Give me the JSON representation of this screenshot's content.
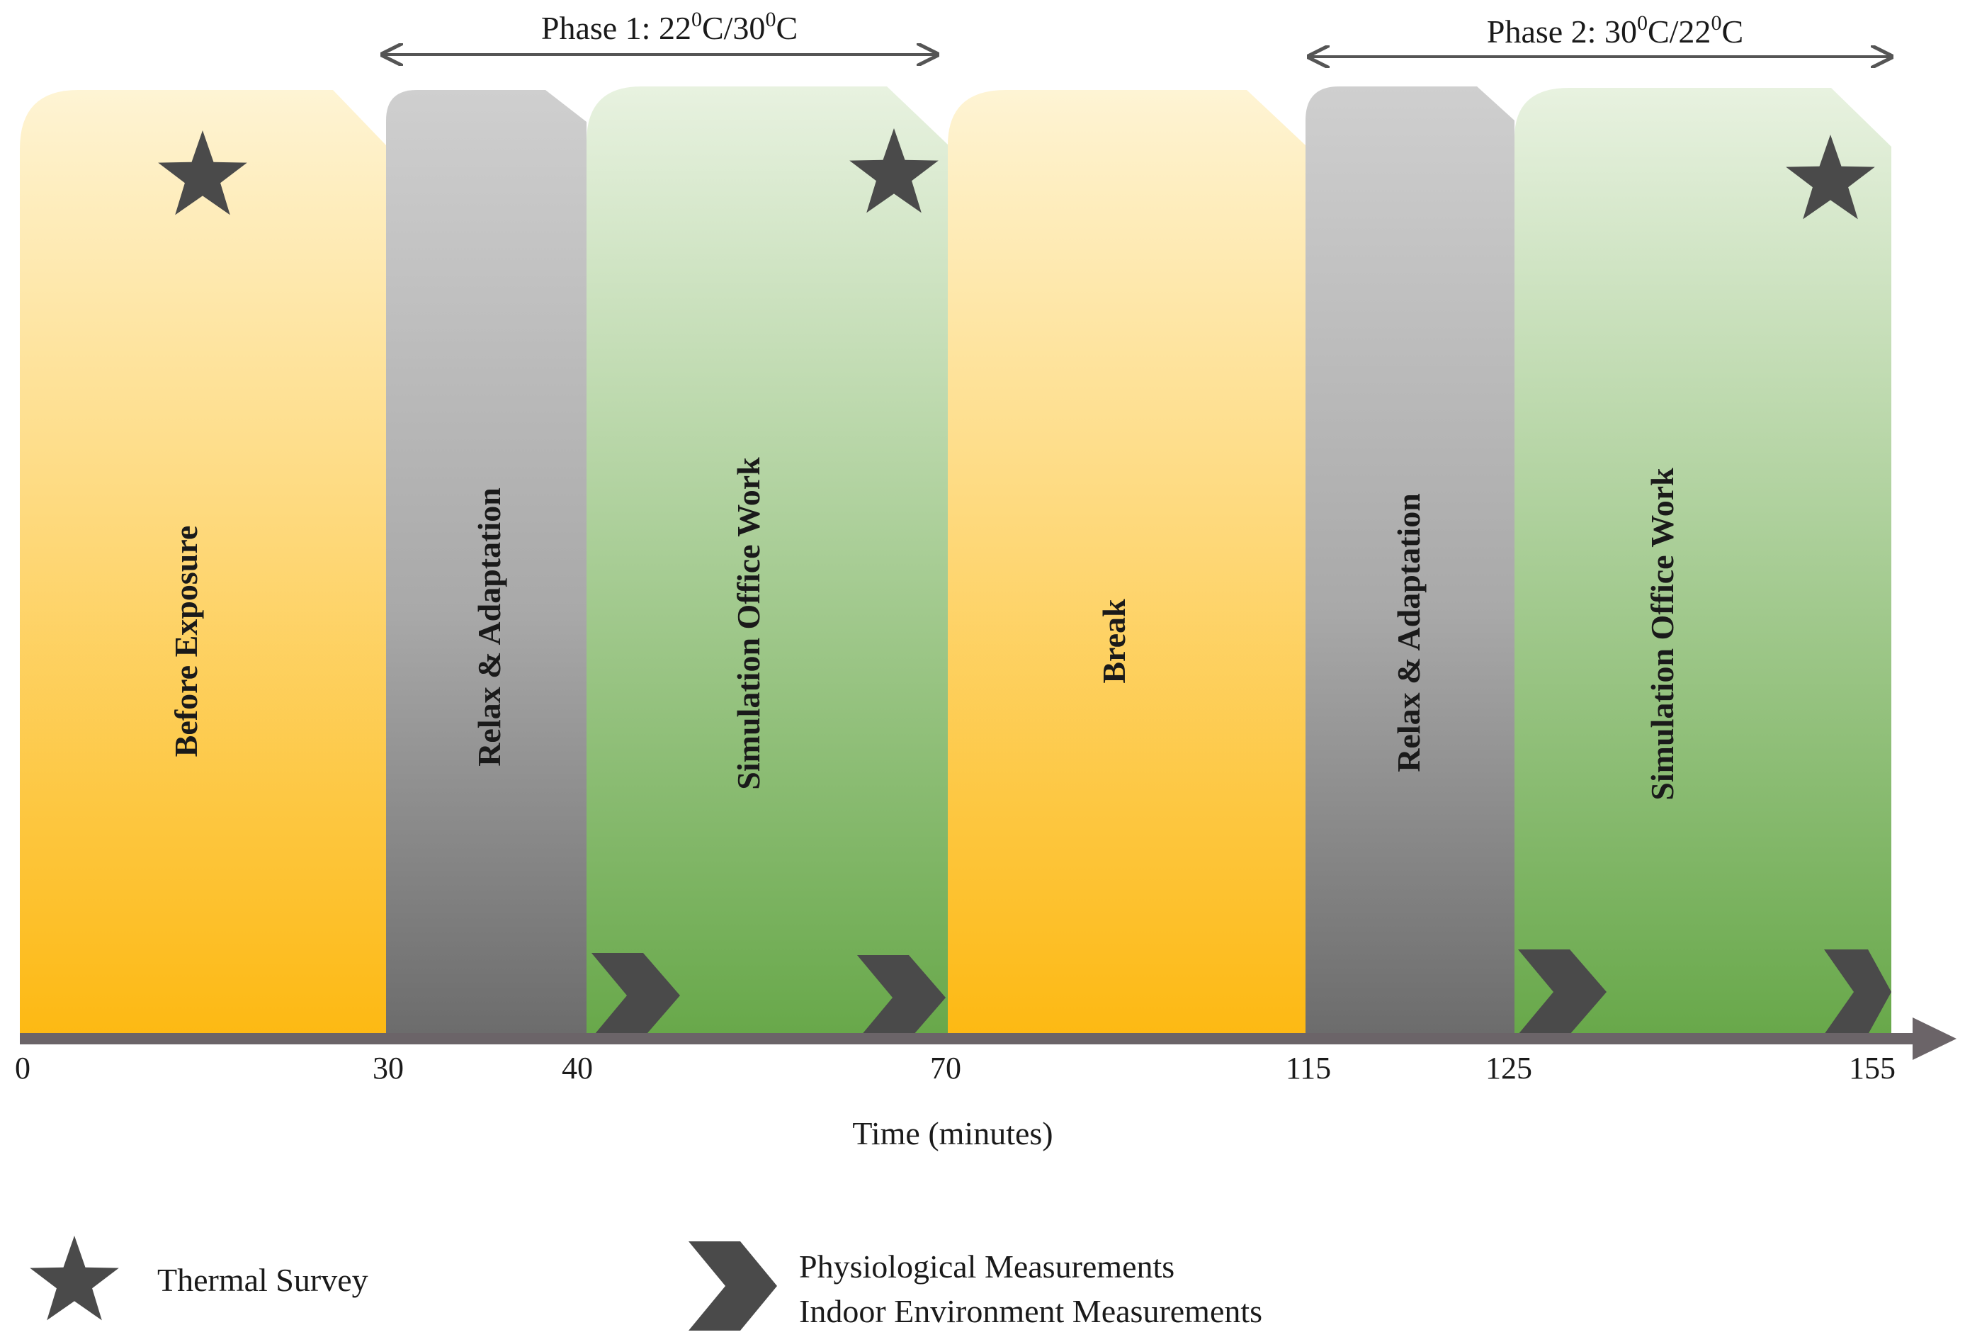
{
  "phases": [
    {
      "id": "phase1",
      "text": "Phase 1: 22",
      "sup1": "0",
      "mid": "C/30",
      "sup2": "0",
      "end": "C"
    },
    {
      "id": "phase2",
      "text": "Phase 2: 30",
      "sup1": "0",
      "mid": "C/22",
      "sup2": "0",
      "end": "C"
    }
  ],
  "blocks": [
    {
      "label": "Before Exposure",
      "start": 0,
      "end": 30,
      "kind": "yellow"
    },
    {
      "label": "Relax & Adaptation",
      "start": 30,
      "end": 40,
      "kind": "gray"
    },
    {
      "label": "Simulation Office Work",
      "start": 40,
      "end": 70,
      "kind": "green"
    },
    {
      "label": "Break",
      "start": 70,
      "end": 115,
      "kind": "yellow"
    },
    {
      "label": "Relax & Adaptation",
      "start": 115,
      "end": 125,
      "kind": "gray"
    },
    {
      "label": "Simulation Office Work",
      "start": 125,
      "end": 155,
      "kind": "green"
    }
  ],
  "ticks": [
    "0",
    "30",
    "40",
    "70",
    "115",
    "125",
    "155"
  ],
  "axis_title": "Time (minutes)",
  "legend": {
    "star_label": "Thermal Survey",
    "chevron_label_1": "Physiological Measurements",
    "chevron_label_2": "Indoor Environment Measurements"
  },
  "markers": {
    "thermal_survey_icon": "star-icon",
    "measurement_icon": "chevron-icon"
  },
  "colors": {
    "yellow_top": "#fef2cc",
    "yellow_bottom": "#fdb913",
    "gray_top": "#c8c8c8",
    "gray_bottom": "#6e6e6e",
    "green_top": "#e4f0dc",
    "green_bottom": "#6aa84f",
    "marker": "#4a4a4a",
    "axis": "#6b6468"
  }
}
